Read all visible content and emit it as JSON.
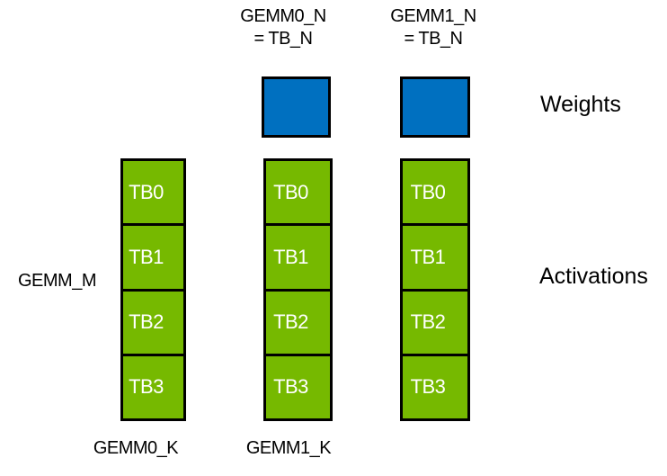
{
  "colors": {
    "nvidia_green": "#76b900",
    "weights_blue": "#0070c0",
    "outline_black": "#000000",
    "cell_text_white": "#ffffff",
    "label_text_black": "#000000"
  },
  "labels": {
    "gemm0_n": {
      "line1": "GEMM0_N",
      "line2": "= TB_N"
    },
    "gemm1_n": {
      "line1": "GEMM1_N",
      "line2": "= TB_N"
    },
    "weights": "Weights",
    "activations": "Activations",
    "gemm_m": "GEMM_M",
    "gemm0_k": "GEMM0_K",
    "gemm1_k": "GEMM1_K"
  },
  "columns": [
    {
      "id": "gemm-m-column",
      "cells": [
        "TB0",
        "TB1",
        "TB2",
        "TB3"
      ]
    },
    {
      "id": "gemm0-column",
      "cells": [
        "TB0",
        "TB1",
        "TB2",
        "TB3"
      ]
    },
    {
      "id": "gemm1-column",
      "cells": [
        "TB0",
        "TB1",
        "TB2",
        "TB3"
      ]
    }
  ]
}
